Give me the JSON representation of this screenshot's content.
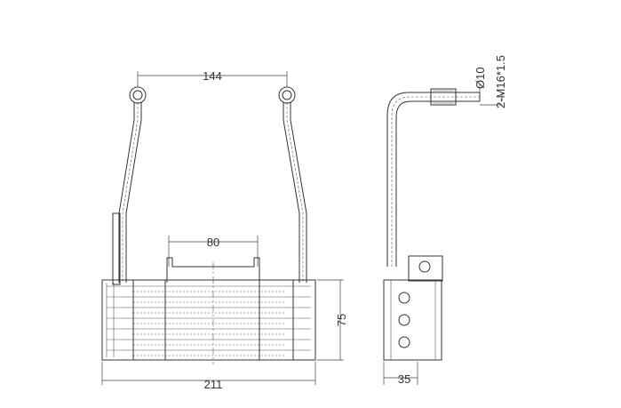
{
  "dimensions": {
    "pipe_spacing": "144",
    "bracket_width": "80",
    "height": "75",
    "width": "211",
    "depth": "35",
    "pipe_diameter": "Ø10",
    "thread_spec": "2-M16*1.5"
  }
}
